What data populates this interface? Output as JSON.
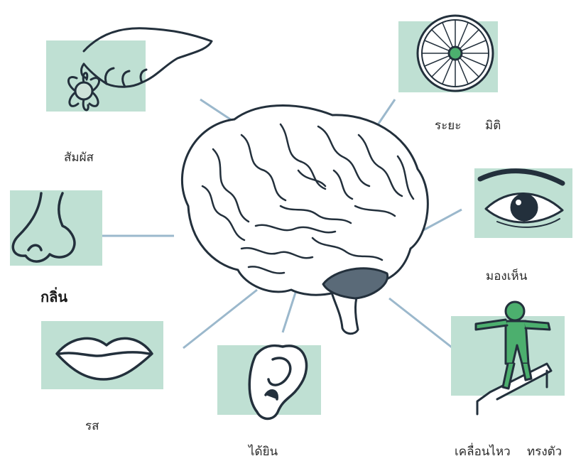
{
  "labels": {
    "touch": "สัมผัส",
    "distance": "ระยะ",
    "dimension": "มิติ",
    "smell": "กลิ่น",
    "sight": "มองเห็น",
    "taste": "รส",
    "hearing": "ได้ยิน",
    "movement": "เคลื่อนไหว",
    "balance": "ทรงตัว"
  },
  "colors": {
    "panel": "#bfe0d3",
    "line": "#9bb8cc",
    "ink": "#23303c",
    "figure": "#4caf6e"
  }
}
